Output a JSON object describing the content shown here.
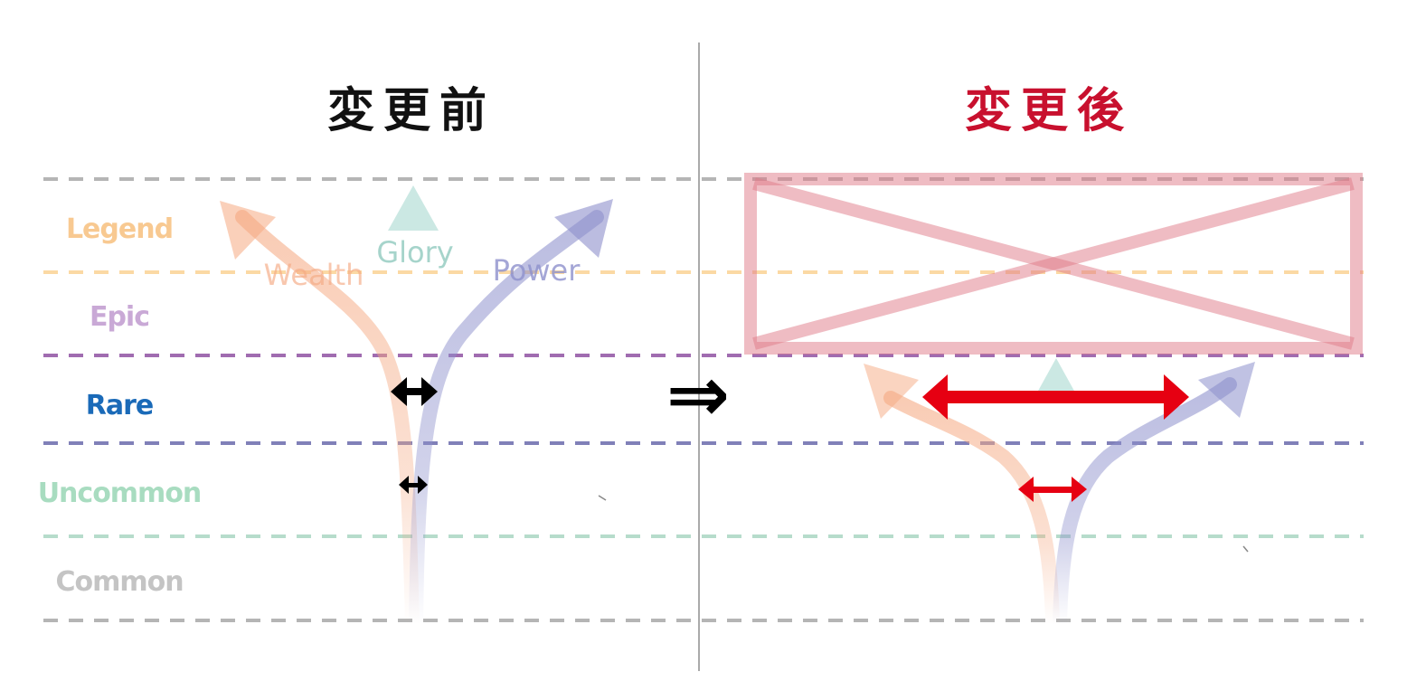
{
  "titles": {
    "before": "変更前",
    "after": "変更後"
  },
  "tiers": [
    "Legend",
    "Epic",
    "Rare",
    "Uncommon",
    "Common"
  ],
  "routes": [
    "Wealth",
    "Glory",
    "Power"
  ],
  "change_arrow": "⇒",
  "colors": {
    "title_before": "#111111",
    "title_after": "#c8102e",
    "legend": "#f8c991",
    "epic": "#c9a9d6",
    "rare": "#1a6ab8",
    "uncommon": "#a8dcc0",
    "common": "#c4c4c4",
    "line_gray": "#b5b5b5",
    "line_legend": "#fbd9a4",
    "line_epic": "#a06cb0",
    "line_rare": "#8080b8",
    "line_uncommon": "#b6dccb",
    "wealth": "#f5a982",
    "glory": "#a9d8d0",
    "power": "#8d90cc",
    "cross_box": "#e07a88",
    "red_arrow": "#e60012",
    "divider": "#aaaaaa"
  }
}
